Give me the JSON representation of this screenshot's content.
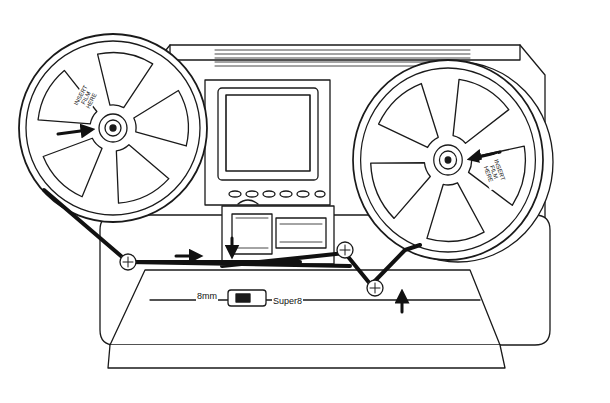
{
  "diagram": {
    "labels": [
      "INSERT FILM HERE",
      "INSERT FILM HERE",
      "8mm",
      "Super8"
    ]
  }
}
